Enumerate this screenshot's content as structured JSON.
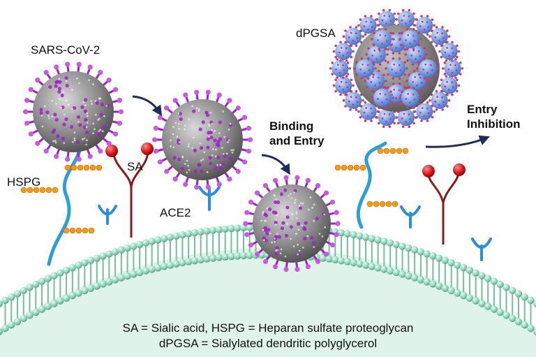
{
  "labels": {
    "sars": "SARS-CoV-2",
    "dpgsa": "dPGSA",
    "sa": "SA",
    "hspg": "HSPG",
    "ace2": "ACE2",
    "binding_line1": "Binding",
    "binding_line2": "and Entry",
    "entry_line1": "Entry",
    "entry_line2": "Inhibition"
  },
  "legend": {
    "line1": "SA = Sialic acid, HSPG = Heparan sulfate proteoglycan",
    "line2": "dPGSA = Sialylated dendritic polyglycerol"
  },
  "colors": {
    "membrane": "#8fd3b8",
    "virus_body": "#8a8a8a",
    "spike": "#a020c8",
    "dpgsa_bead": "#7aa6ea",
    "ace2": "#2a8fd8",
    "sialic": "#d61a1a",
    "sialic_stem": "#8b1a1a",
    "hspg_chain": "#f39a1c",
    "hspg_stem": "#2a9fd8",
    "arrow": "#1f2c5a"
  }
}
